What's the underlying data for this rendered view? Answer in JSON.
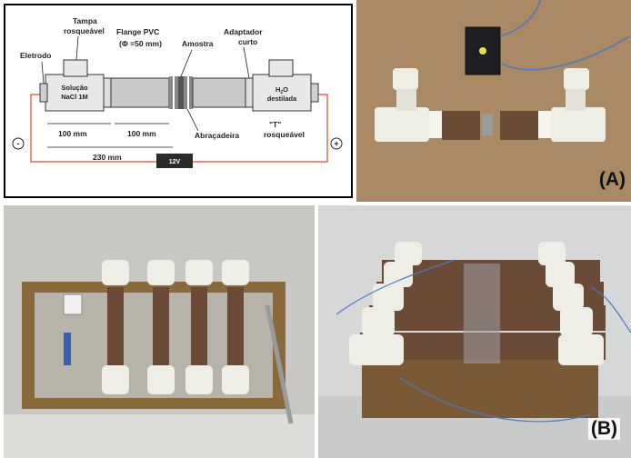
{
  "schematic": {
    "labels": {
      "tampa_line1": "Tampa",
      "tampa_line2": "rosqueável",
      "flange_line1": "Flange PVC",
      "flange_line2": "(Φ =50 mm)",
      "amostra": "Amostra",
      "adaptador_line1": "Adaptador",
      "adaptador_line2": "curto",
      "eletrodo": "Eletrodo",
      "solucao_line1": "Solução",
      "solucao_line2": "NaCl 1M",
      "h2o": "H",
      "h2o_sub": "2",
      "h2o_tail": "O",
      "destilada": "destilada",
      "dim_left": "100 mm",
      "dim_mid": "100 mm",
      "abracadeira": "Abraçadeira",
      "t_line1": "\"T\"",
      "t_line2": "rosqueável",
      "dim_total": "230 mm",
      "minus": "-",
      "plus": "+",
      "battery": "12V"
    }
  },
  "panel_labels": {
    "a": "(A)",
    "b": "(B)"
  },
  "colors": {
    "wire": "#d94a2a",
    "pvc": "#c9c9c9",
    "fitting": "#e8e8e8",
    "battery": "#2b2b2b"
  }
}
